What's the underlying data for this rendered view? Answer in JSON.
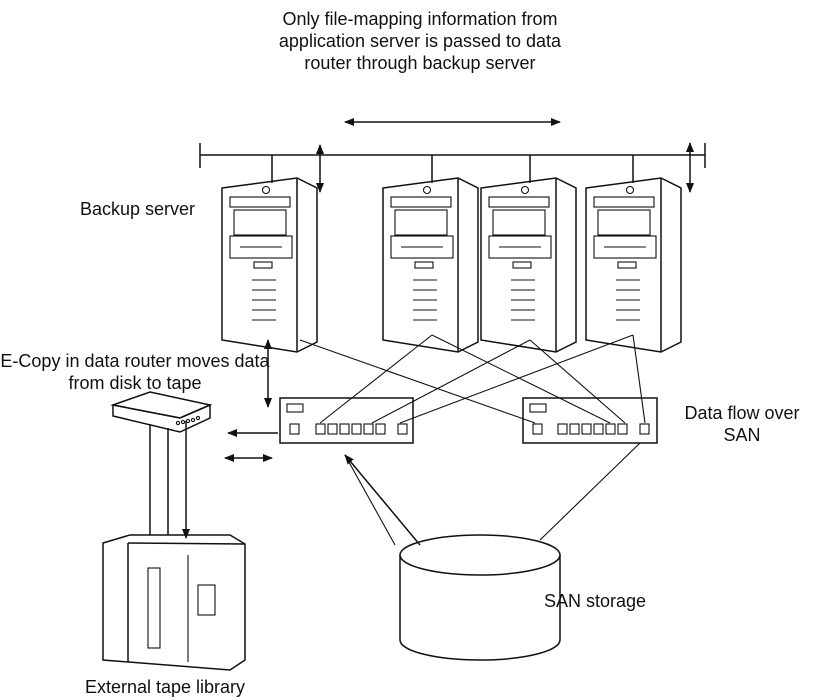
{
  "labels": {
    "top_note": "Only file-mapping information from application server is passed to data router through backup server",
    "backup_server": "Backup server",
    "ecopy": "E-Copy in data router moves data from disk to tape",
    "data_flow": "Data flow over SAN",
    "tape_library": "External tape library",
    "san_storage": "SAN storage"
  },
  "servers": [
    "backup-server",
    "app-server-1",
    "app-server-2",
    "app-server-3"
  ],
  "switches": [
    "san-switch-left",
    "san-switch-right"
  ]
}
